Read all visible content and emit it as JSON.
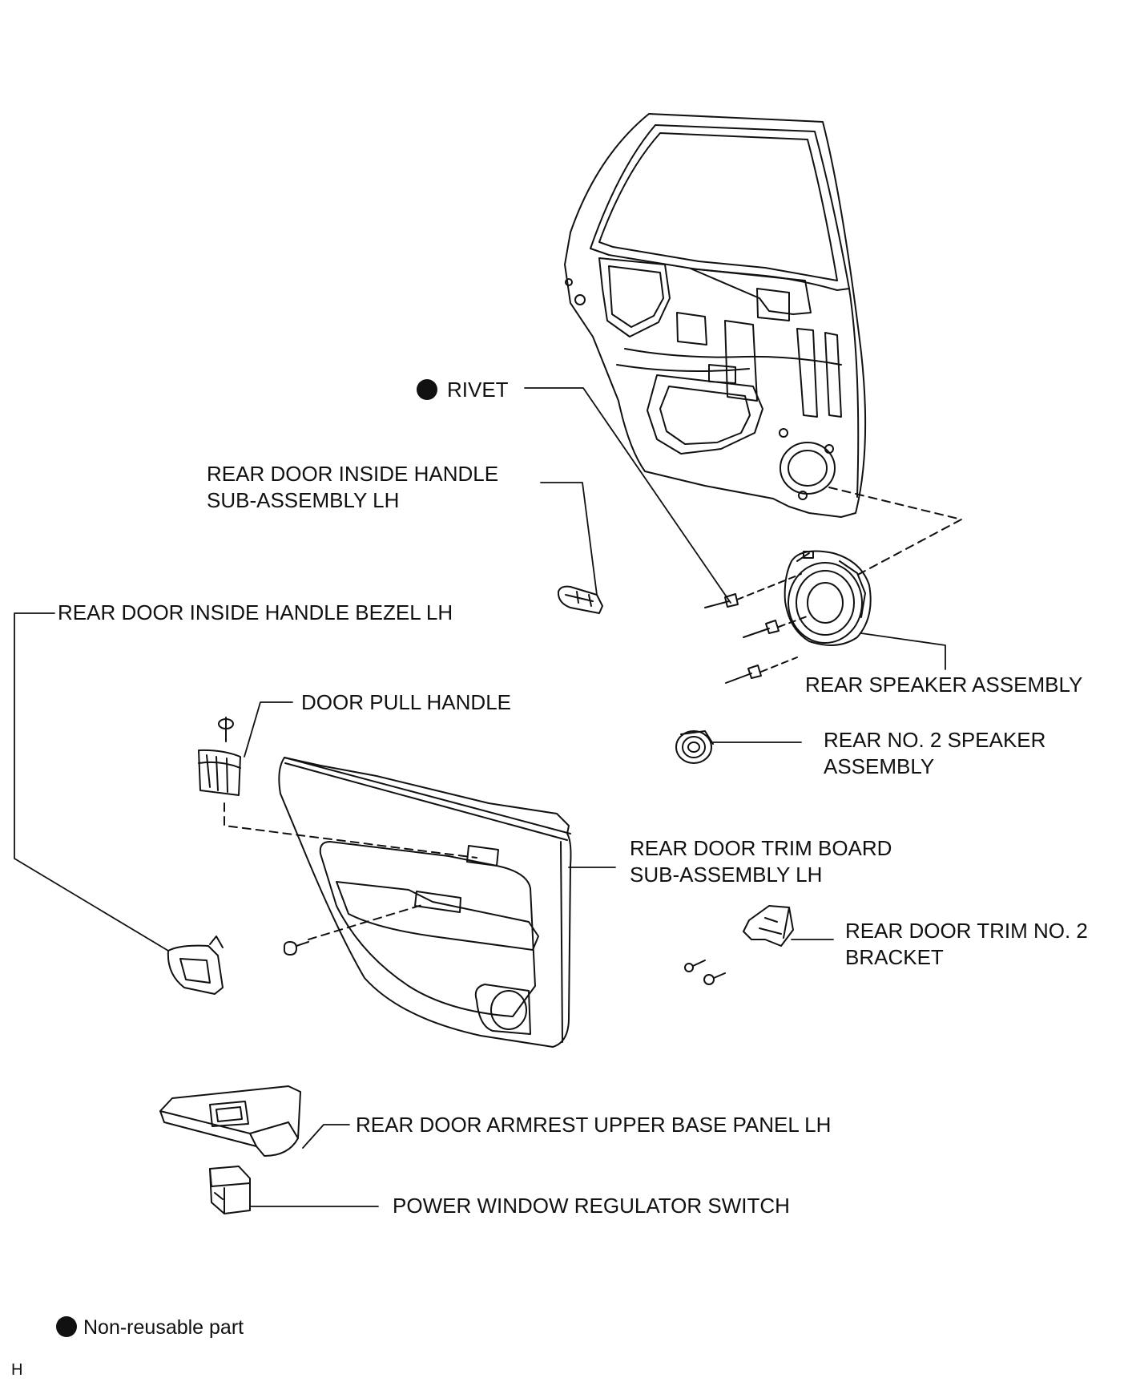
{
  "labels": {
    "rivet": "RIVET",
    "inside_handle_line1": "REAR DOOR INSIDE HANDLE",
    "inside_handle_line2": "SUB-ASSEMBLY LH",
    "handle_bezel": "REAR DOOR INSIDE HANDLE BEZEL LH",
    "pull_handle": "DOOR PULL HANDLE",
    "rear_speaker": "REAR SPEAKER ASSEMBLY",
    "no2_speaker_line1": "REAR NO. 2 SPEAKER",
    "no2_speaker_line2": "ASSEMBLY",
    "trim_board_line1": "REAR DOOR TRIM BOARD",
    "trim_board_line2": "SUB-ASSEMBLY LH",
    "trim_bracket_line1": "REAR DOOR TRIM NO. 2",
    "trim_bracket_line2": "BRACKET",
    "armrest_panel": "REAR DOOR ARMREST UPPER BASE PANEL LH",
    "pw_switch": "POWER WINDOW REGULATOR SWITCH"
  },
  "legend": {
    "text": "Non-reusable part",
    "symbol": "filled-circle"
  },
  "corner_mark": "H",
  "colors": {
    "ink": "#111111",
    "background": "#ffffff"
  }
}
